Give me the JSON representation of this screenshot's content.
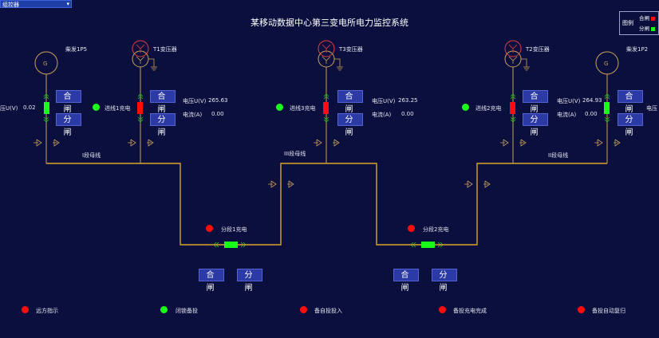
{
  "top_select": {
    "value": "组控器"
  },
  "page_title": "某移动数据中心第三变电所电力监控系统",
  "legend": {
    "title": "图例",
    "close_label": "合闸",
    "open_label": "分闸",
    "close_color": "#ff0d0d",
    "open_color": "#19ff19"
  },
  "buttons": {
    "close": "合 闸",
    "open": "分 闸"
  },
  "generators": {
    "left": "柴发1P5",
    "right": "柴发1P2",
    "symbol": "G"
  },
  "transformers": {
    "t1": "T1变压器",
    "t3": "T3变压器",
    "t2": "T2变压器"
  },
  "feeders": {
    "f1": {
      "label": "进线1充电",
      "voltage_label": "电压U(V)",
      "voltage": "265.63",
      "current_label": "电流(A)",
      "current": "0.00"
    },
    "f3": {
      "label": "进线3充电",
      "voltage_label": "电压U(V)",
      "voltage": "263.25",
      "current_label": "电流(A)",
      "current": "0.00"
    },
    "f2": {
      "label": "进线2充电",
      "voltage_label": "电压U(V)",
      "voltage": "264.93",
      "current_label": "电流(A)",
      "current": "0.00"
    }
  },
  "gen_left": {
    "voltage_label": "压U(V)",
    "voltage": "0.02"
  },
  "gen_right": {
    "voltage_label": "电压"
  },
  "buses": {
    "b1": "I段母线",
    "b3": "III段母线",
    "b2": "II段母线"
  },
  "ties": {
    "t1": "分段1充电",
    "t2": "分段2充电"
  },
  "indicators": [
    {
      "label": "远方指示",
      "color": "red"
    },
    {
      "label": "闭锁备投",
      "color": "green"
    },
    {
      "label": "备自投投入",
      "color": "red"
    },
    {
      "label": "备投充电完成",
      "color": "red"
    },
    {
      "label": "备投自动复归",
      "color": "red"
    }
  ],
  "colors": {
    "background": "#0b0f3d",
    "line_gen": "#c8a05a",
    "line_bus": "#d9a52a",
    "line_transformer": "#e04040",
    "closed": "#ff0d0d",
    "open": "#19ff19",
    "button": "#2b3aa5"
  }
}
